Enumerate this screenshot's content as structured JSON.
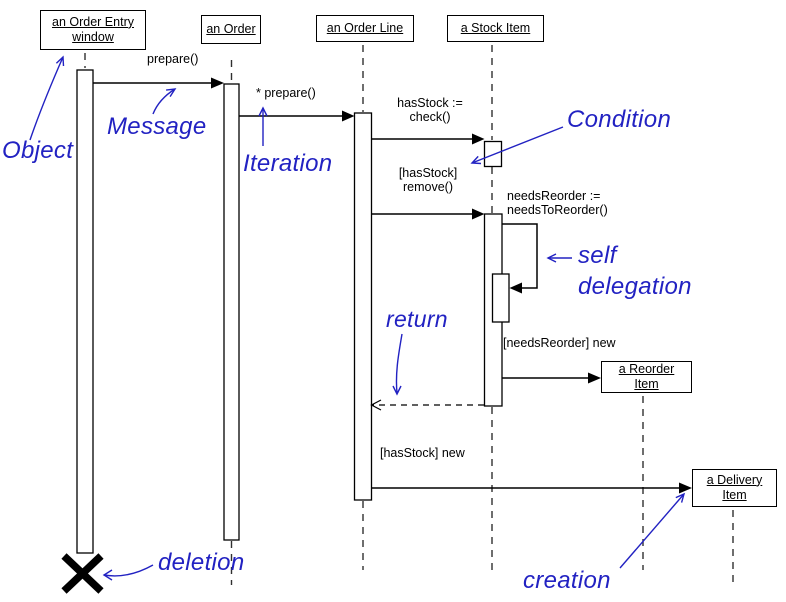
{
  "colors": {
    "line": "#000000",
    "blue": "#2222c2",
    "lifeline": "#303030",
    "box_fill": "#ffffff",
    "bg": "#ffffff"
  },
  "objects": {
    "order_entry": {
      "line1": "an Order Entry",
      "line2": "window"
    },
    "order": {
      "line1": "an Order"
    },
    "order_line": {
      "line1": "an Order Line"
    },
    "stock_item": {
      "line1": "a Stock Item"
    },
    "reorder_item": {
      "line1": "a Reorder",
      "line2": "Item"
    },
    "delivery_item": {
      "line1": "a Delivery",
      "line2": "Item"
    }
  },
  "messages": {
    "prepare": "prepare()",
    "iter_prepare": "* prepare()",
    "has_stock_1": "hasStock :=",
    "has_stock_2": "check()",
    "remove_1": "[hasStock]",
    "remove_2": "remove()",
    "needs_reorder_1": "needsReorder :=",
    "needs_reorder_2": "needsToReorder()",
    "reorder_new": "[needsReorder] new",
    "delivery_new": "[hasStock] new"
  },
  "annotations": {
    "object": "Object",
    "message": "Message",
    "iteration": "Iteration",
    "condition": "Condition",
    "self_line1": "self",
    "self_line2": "delegation",
    "return_label": "return",
    "creation": "creation",
    "deletion": "deletion"
  }
}
